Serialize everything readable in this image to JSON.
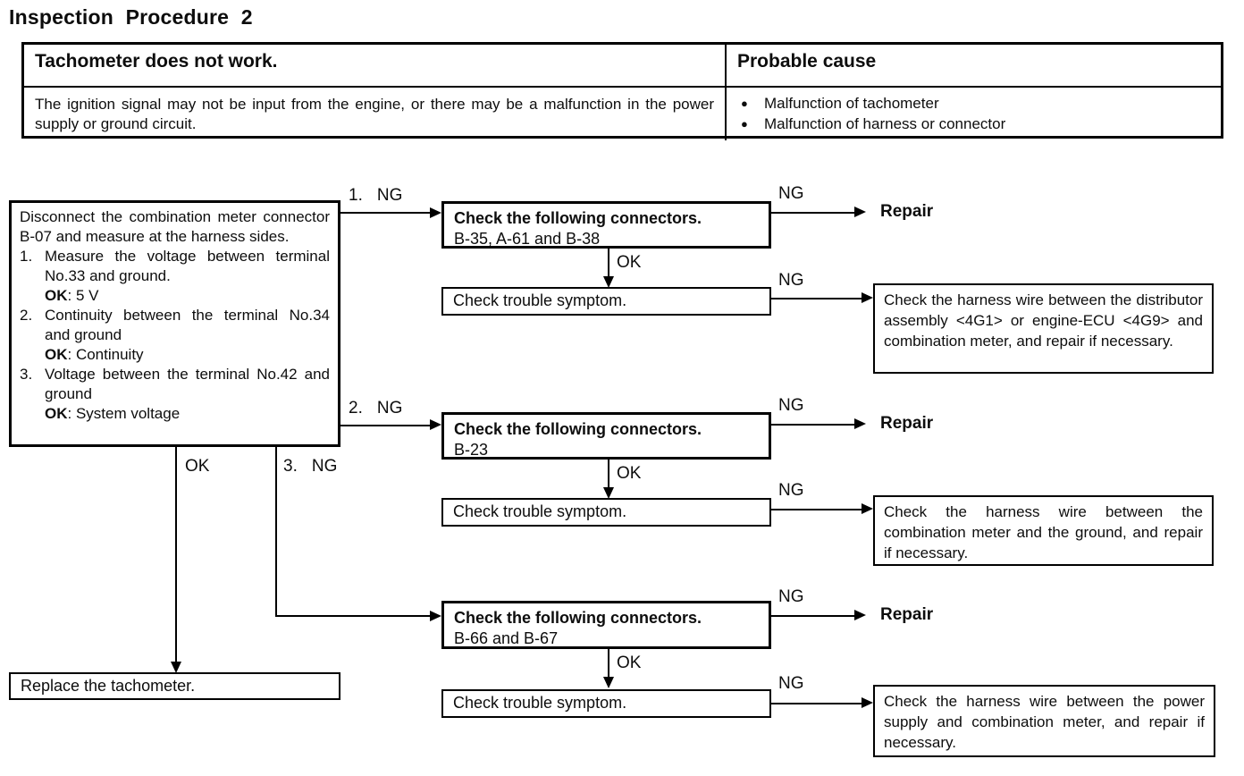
{
  "title": "Inspection Procedure 2",
  "symptom_table": {
    "symptom_header": "Tachometer does not work.",
    "cause_header": "Probable cause",
    "description": "The ignition signal may not be input from the engine, or there may be a malfunction in the power supply or ground circuit.",
    "bullet": "●",
    "causes": [
      "Malfunction of tachometer",
      "Malfunction of harness or connector"
    ]
  },
  "flowchart": {
    "start_box": {
      "intro": "Disconnect the combination meter connector B-07 and measure at the harness sides.",
      "steps": [
        {
          "num": "1.",
          "text": "Measure the voltage between terminal No.33 and ground.",
          "ok": "OK",
          "ok_value": ": 5 V"
        },
        {
          "num": "2.",
          "text": "Continuity between the terminal No.34 and ground",
          "ok": "OK",
          "ok_value": ": Continuity"
        },
        {
          "num": "3.",
          "text": "Voltage between the terminal No.42 and ground",
          "ok": "OK",
          "ok_value": ": System voltage"
        }
      ]
    },
    "labels": {
      "ok": "OK",
      "ng": "NG",
      "branch1": "1.",
      "branch2": "2.",
      "branch3": "3."
    },
    "branches": [
      {
        "connector_title": "Check the following connectors.",
        "connector_detail": "B-35, A-61 and B-38",
        "repair": "Repair",
        "symptom": "Check trouble symptom.",
        "result": "Check the harness wire between the distributor assembly <4G1> or engine-ECU <4G9> and combination meter, and repair if necessary."
      },
      {
        "connector_title": "Check the following connectors.",
        "connector_detail": "B-23",
        "repair": "Repair",
        "symptom": "Check trouble symptom.",
        "result": "Check the harness wire between the combination meter and the ground, and repair if necessary."
      },
      {
        "connector_title": "Check the following connectors.",
        "connector_detail": "B-66 and B-67",
        "repair": "Repair",
        "symptom": "Check trouble symptom.",
        "result": "Check the harness wire between the power supply and combination meter, and repair if necessary."
      }
    ],
    "replace_box": "Replace the tachometer."
  },
  "colors": {
    "ink": "#0d0d0d",
    "paper": "#ffffff"
  }
}
